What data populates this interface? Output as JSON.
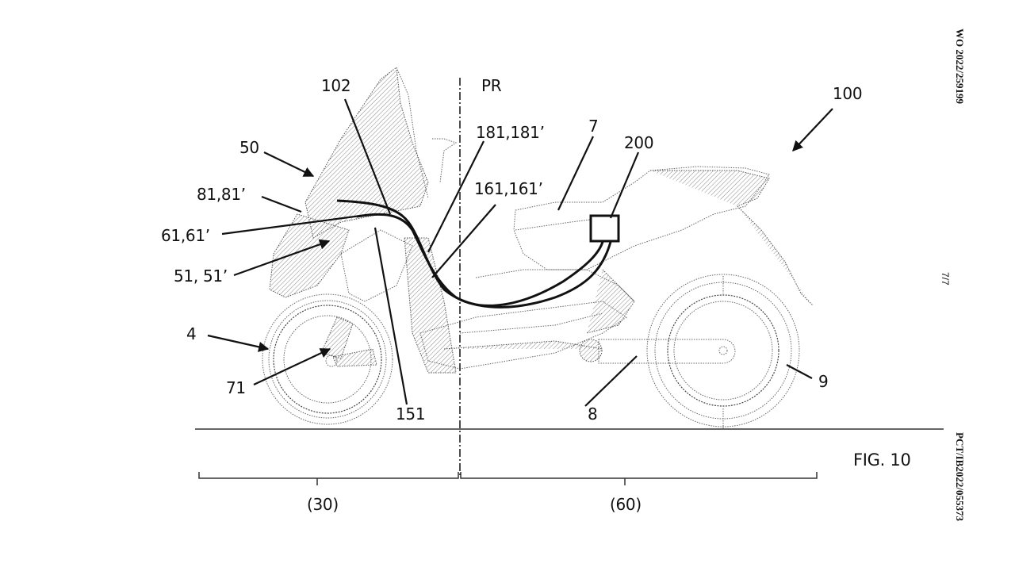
{
  "document": {
    "publication_number": "WO 2022/259199",
    "application_number": "PCT/IB2022/055373",
    "sheet": "7/7",
    "figure_label": "FIG. 10"
  },
  "reference_labels": {
    "vehicle": "100",
    "front_fairing": "50",
    "ref_81": "81,81’",
    "ref_61": "61,61’",
    "ref_51": "51, 51’",
    "front_wheel": "4",
    "ref_71": "71",
    "ref_102": "102",
    "plane": "PR",
    "ref_181": "181,181’",
    "ref_161": "161,161’",
    "ref_7": "7",
    "control_unit": "200",
    "ref_151": "151",
    "swingarm": "8",
    "rear_wheel": "9"
  },
  "brackets": {
    "front_section": "(30)",
    "rear_section": "(60)"
  }
}
